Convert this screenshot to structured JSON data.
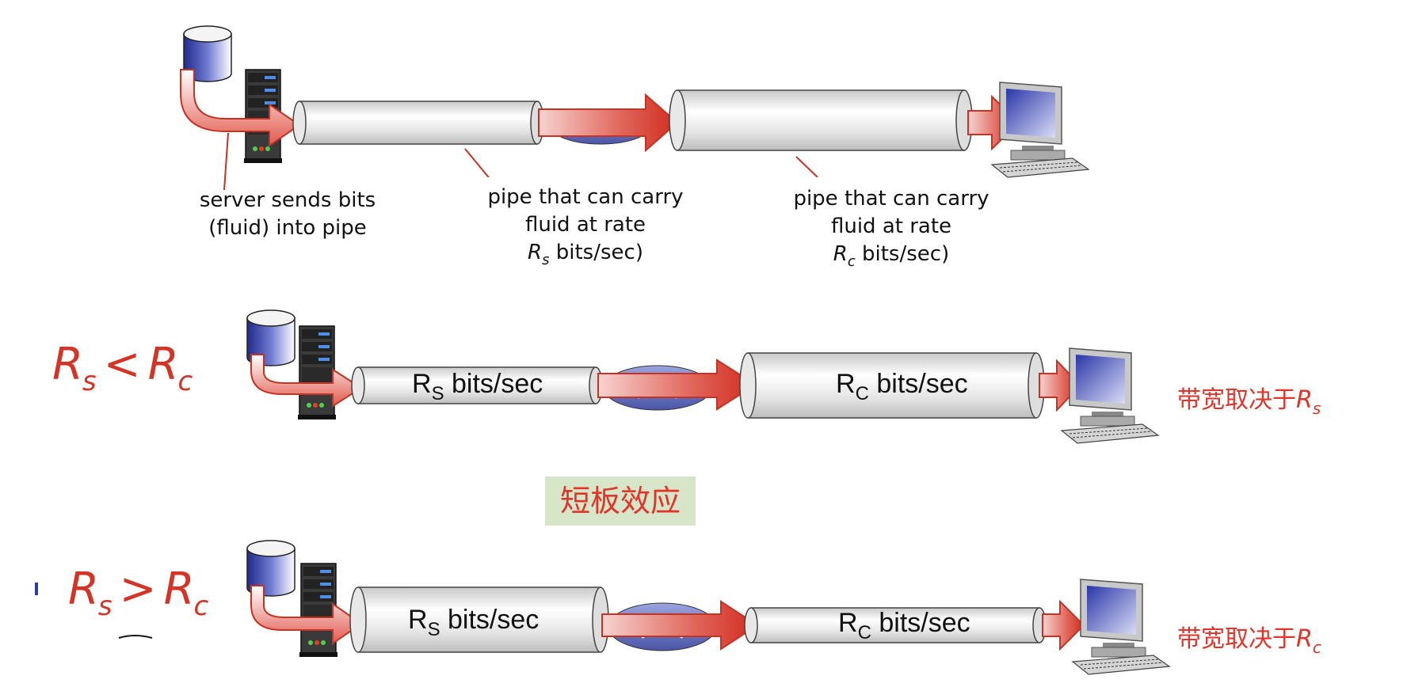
{
  "top_labels": {
    "server": [
      "server sends bits",
      "(fluid) into pipe"
    ],
    "pipe_s": [
      "pipe that can carry",
      "fluid at rate"
    ],
    "pipe_s_rate_symbol": "R",
    "pipe_s_rate_sub": "s",
    "pipe_s_rate_unit": " bits/sec)",
    "pipe_c": [
      "pipe that can carry",
      "fluid at rate"
    ],
    "pipe_c_rate_symbol": "R",
    "pipe_c_rate_sub": "c",
    "pipe_c_rate_unit": " bits/sec)"
  },
  "scenario1": {
    "left_symbol": "R",
    "left_sub": "s",
    "operator": "<",
    "right_symbol": "R",
    "right_sub": "c",
    "pipe_s_text": "R",
    "pipe_s_sub": "S",
    "pipe_s_unit": " bits/sec",
    "pipe_c_text": "R",
    "pipe_c_sub": "C",
    "pipe_c_unit": " bits/sec",
    "note": "带宽取决于",
    "note_symbol": "R",
    "note_sub": "s"
  },
  "badge": "短板效应",
  "scenario2": {
    "left_symbol": "R",
    "left_sub": "s",
    "operator": ">",
    "right_symbol": "R",
    "right_sub": "c",
    "pipe_s_text": "R",
    "pipe_s_sub": "S",
    "pipe_s_unit": " bits/sec",
    "pipe_c_text": "R",
    "pipe_c_sub": "C",
    "pipe_c_unit": " bits/sec",
    "note": "带宽取决于",
    "note_symbol": "R",
    "note_sub": "c"
  },
  "colors": {
    "arrow_red": "#d8372a",
    "text_red": "#e0352a",
    "badge_bg": "#d7e6c8",
    "disk_blue": "#2e3a9e",
    "router_blue": "#6a74b8"
  },
  "icons": [
    "database-icon",
    "server-icon",
    "router-icon",
    "computer-icon"
  ]
}
